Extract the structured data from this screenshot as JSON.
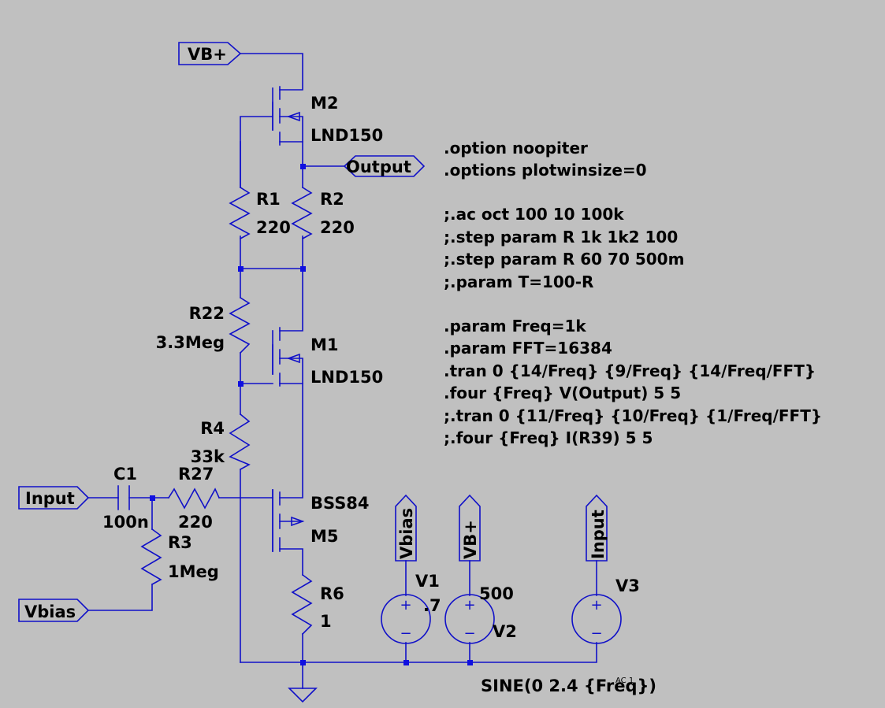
{
  "flags": {
    "vbplus": "VB+",
    "output": "Output",
    "input": "Input",
    "vbias": "Vbias",
    "vbias_src": "Vbias",
    "vbplus_src": "VB+",
    "input_src": "Input"
  },
  "components": {
    "m2": {
      "name": "M2",
      "value": "LND150"
    },
    "m1": {
      "name": "M1",
      "value": "LND150"
    },
    "m5": {
      "name": "M5",
      "value": "BSS84"
    },
    "r1": {
      "name": "R1",
      "value": "220"
    },
    "r2": {
      "name": "R2",
      "value": "220"
    },
    "r22": {
      "name": "R22",
      "value": "3.3Meg"
    },
    "r4": {
      "name": "R4",
      "value": "33k"
    },
    "r27": {
      "name": "R27",
      "value": "220"
    },
    "r3": {
      "name": "R3",
      "value": "1Meg"
    },
    "r6": {
      "name": "R6",
      "value": "1"
    },
    "c1": {
      "name": "C1",
      "value": "100n"
    },
    "v1": {
      "name": "V1",
      "value": ".7"
    },
    "v2": {
      "name": "V2",
      "value": "500"
    },
    "v3": {
      "name": "V3",
      "value": "SINE(0 2.4 {Freq})",
      "overlay": "AC 1"
    }
  },
  "directives": [
    ".option noopiter",
    ".options plotwinsize=0",
    "",
    ";.ac oct 100 10 100k",
    ";.step param R 1k 1k2 100",
    ";.step param R 60 70 500m",
    ";.param T=100-R",
    "",
    ".param Freq=1k",
    ".param FFT=16384",
    ".tran 0 {14/Freq} {9/Freq} {14/Freq/FFT}",
    ".four {Freq} V(Output) 5 5",
    ";.tran 0 {11/Freq} {10/Freq} {1/Freq/FFT}",
    ";.four {Freq} I(R39) 5 5"
  ],
  "symbols": {
    "plus": "+",
    "minus": "−"
  }
}
